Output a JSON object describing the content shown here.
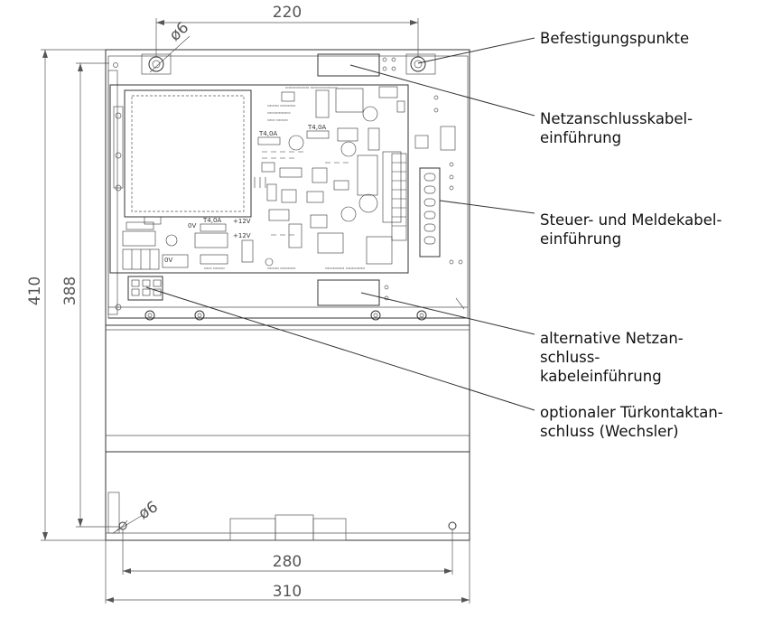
{
  "dimensions": {
    "top_width": "220",
    "bracket_width": "280",
    "outer_width": "310",
    "outer_height": "410",
    "inner_height": "388",
    "hole_top": "ø6",
    "hole_bottom": "ø6"
  },
  "callouts": [
    {
      "id": "mounting",
      "text": "Befestigungspunkte"
    },
    {
      "id": "mains-entry",
      "text": "Netzanschlusskabel-\neinführung"
    },
    {
      "id": "control-entry",
      "text": "Steuer- und Meldekabel-\neinführung"
    },
    {
      "id": "alt-mains-entry",
      "text": "alternative Netzan-\nschluss-\nkabeleinführung"
    },
    {
      "id": "door-contact",
      "text": "optionaler Türkontaktan-\nschluss (Wechsler)"
    }
  ],
  "board_labels": {
    "fuse1": "T4,0A",
    "fuse2": "T4,0A",
    "fuse3": "T4,0A",
    "v1": "+12V",
    "v2": "+12V",
    "v3": "0V",
    "v4": "0V"
  }
}
